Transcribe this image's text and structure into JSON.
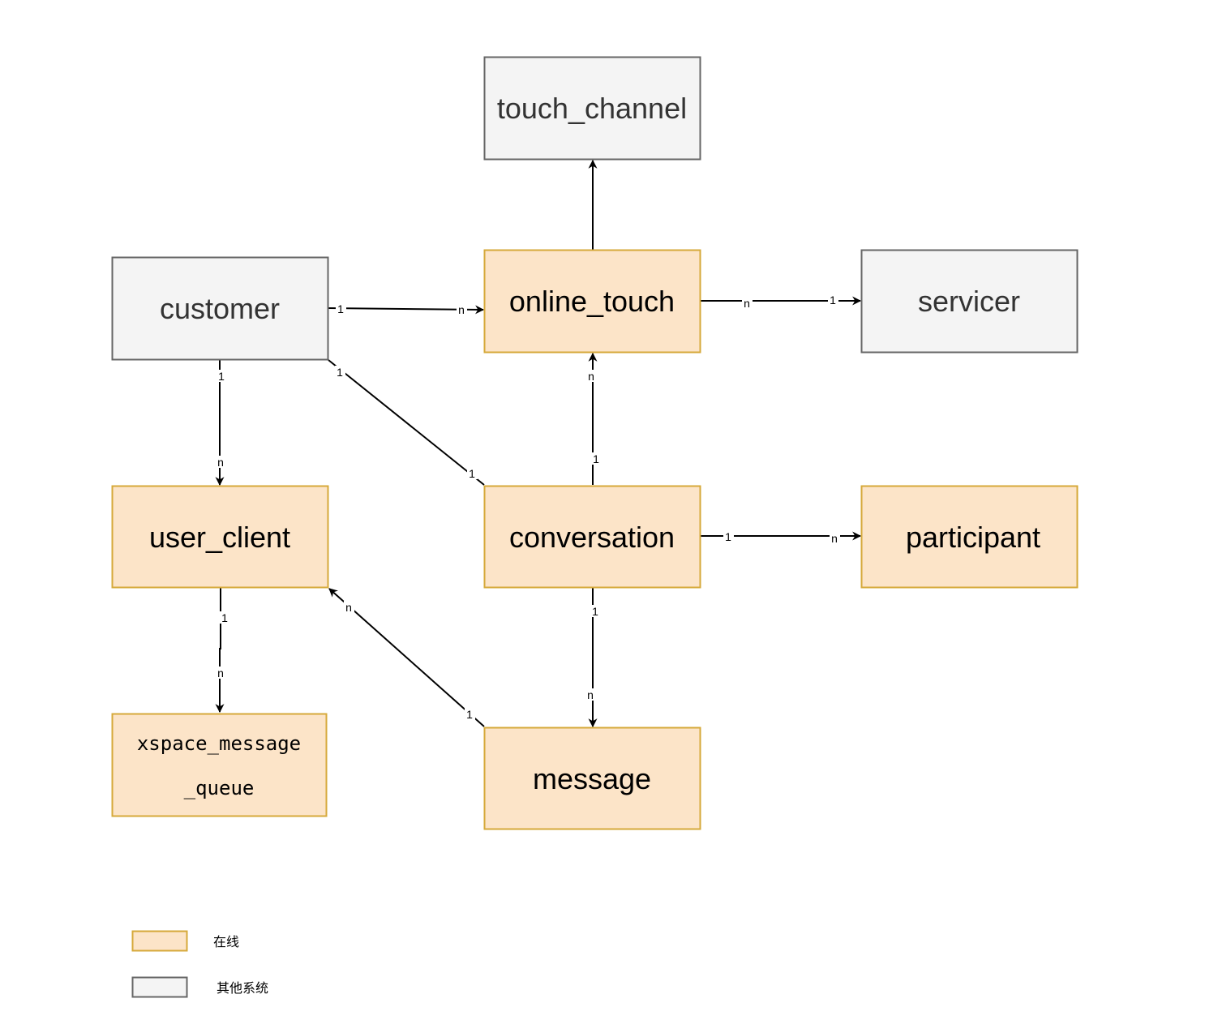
{
  "colors": {
    "online_fill": "#fce4c8",
    "online_stroke": "#d6a93a",
    "other_fill": "#f4f4f4",
    "other_stroke": "#666666",
    "line": "#000000",
    "text": "#000000",
    "other_text": "#333333"
  },
  "nodes": {
    "touch_channel": {
      "label": "touch_channel",
      "kind": "other"
    },
    "customer": {
      "label": "customer",
      "kind": "other"
    },
    "online_touch": {
      "label": "online_touch",
      "kind": "online"
    },
    "servicer": {
      "label": "servicer",
      "kind": "other"
    },
    "user_client": {
      "label": "user_client",
      "kind": "online"
    },
    "conversation": {
      "label": "conversation",
      "kind": "online"
    },
    "participant": {
      "label": "participant",
      "kind": "online"
    },
    "xspace_message_queue": {
      "line1": "xspace_message",
      "line2": "_queue",
      "kind": "online"
    },
    "message": {
      "label": "message",
      "kind": "online"
    }
  },
  "edges": [
    {
      "from": "online_touch",
      "to": "touch_channel",
      "source_card": "",
      "target_card": ""
    },
    {
      "from": "customer",
      "to": "online_touch",
      "source_card": "1",
      "target_card": "n"
    },
    {
      "from": "online_touch",
      "to": "servicer",
      "source_card": "n",
      "target_card": "1"
    },
    {
      "from": "customer",
      "to": "user_client",
      "source_card": "1",
      "target_card": "n"
    },
    {
      "from": "customer",
      "to": "conversation",
      "source_card": "1",
      "target_card": "1"
    },
    {
      "from": "conversation",
      "to": "online_touch",
      "source_card": "1",
      "target_card": "n"
    },
    {
      "from": "conversation",
      "to": "participant",
      "source_card": "1",
      "target_card": "n"
    },
    {
      "from": "user_client",
      "to": "xspace_message_queue",
      "source_card": "1",
      "target_card": "n"
    },
    {
      "from": "message",
      "to": "user_client",
      "source_card": "1",
      "target_card": "n"
    },
    {
      "from": "conversation",
      "to": "message",
      "source_card": "1",
      "target_card": "n"
    }
  ],
  "legend": {
    "online": {
      "label": "在线"
    },
    "other": {
      "label": "其他系统"
    }
  }
}
